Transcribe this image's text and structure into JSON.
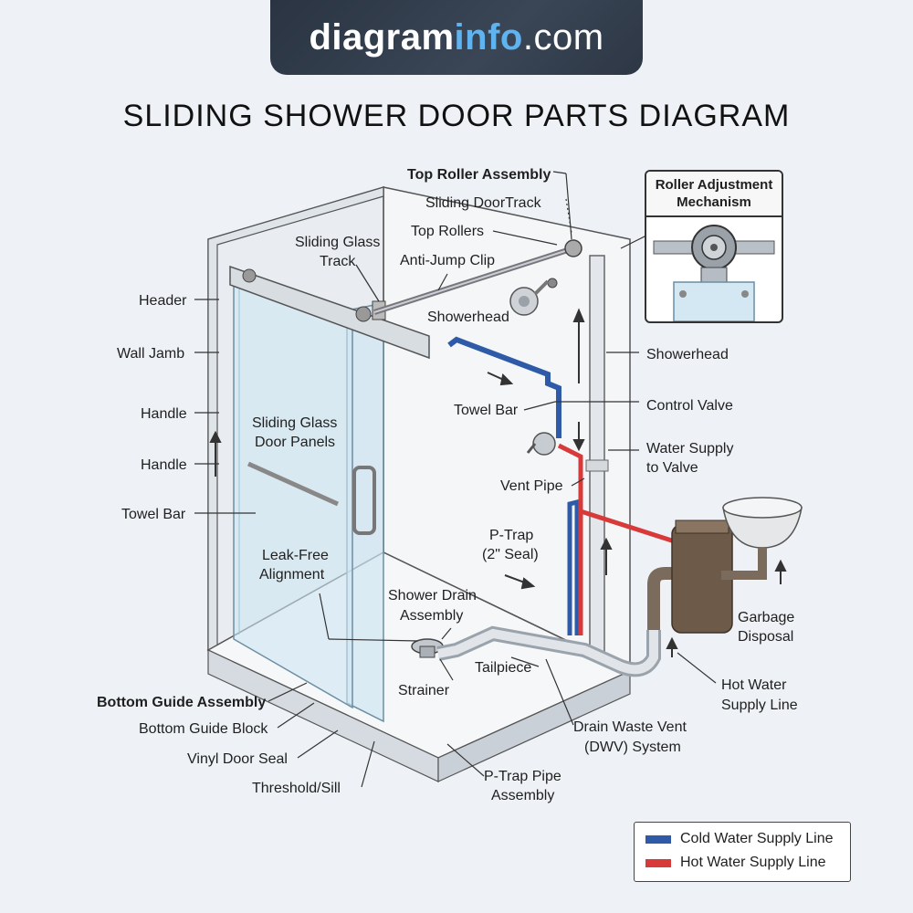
{
  "banner": {
    "brand_a": "diagram",
    "brand_b": "info",
    "brand_c": ".com"
  },
  "title": "SLIDING SHOWER DOOR PARTS DIAGRAM",
  "labels": {
    "top_roller_assembly": "Top Roller Assembly",
    "sliding_door_track": "Sliding DoorTrack",
    "top_rollers": "Top Rollers",
    "anti_jump_clip": "Anti-Jump Clip",
    "sliding_glass_track_1": "Sliding Glass",
    "sliding_glass_track_2": "Track",
    "showerhead_inner": "Showerhead",
    "header": "Header",
    "wall_jamb": "Wall Jamb",
    "handle_1": "Handle",
    "handle_2": "Handle",
    "towel_bar_left": "Towel Bar",
    "sliding_panels_1": "Sliding Glass",
    "sliding_panels_2": "Door Panels",
    "leak_free_1": "Leak-Free",
    "leak_free_2": "Alignment",
    "towel_bar_mid": "Towel Bar",
    "vent_pipe": "Vent Pipe",
    "ptrap_1": "P-Trap",
    "ptrap_2": "(2\" Seal)",
    "drain_assembly_1": "Shower Drain",
    "drain_assembly_2": "Assembly",
    "tailpiece": "Tailpiece",
    "strainer": "Strainer",
    "showerhead_right": "Showerhead",
    "control_valve": "Control Valve",
    "water_supply_1": "Water Supply",
    "water_supply_2": "to Valve",
    "garbage_1": "Garbage",
    "garbage_2": "Disposal",
    "hot_water_1": "Hot Water",
    "hot_water_2": "Supply Line",
    "dwv_1": "Drain Waste Vent",
    "dwv_2": "(DWV) System",
    "ptrap_pipe_1": "P-Trap Pipe",
    "ptrap_pipe_2": "Assembly",
    "bottom_guide_assembly": "Bottom Guide Assembly",
    "bottom_guide_block": "Bottom Guide Block",
    "vinyl_door_seal": "Vinyl Door Seal",
    "threshold": "Threshold/Sill"
  },
  "inset": {
    "title_1": "Roller Adjustment",
    "title_2": "Mechanism"
  },
  "legend": [
    {
      "label": "Cold Water Supply Line",
      "color": "#2f5aa8"
    },
    {
      "label": "Hot Water Supply Line",
      "color": "#d83a3a"
    }
  ],
  "colors": {
    "cold": "#2f5aa8",
    "hot": "#d83a3a",
    "glass": "#cfe6f2",
    "pipe": "#d9dde2",
    "disposal": "#6e5a48"
  }
}
